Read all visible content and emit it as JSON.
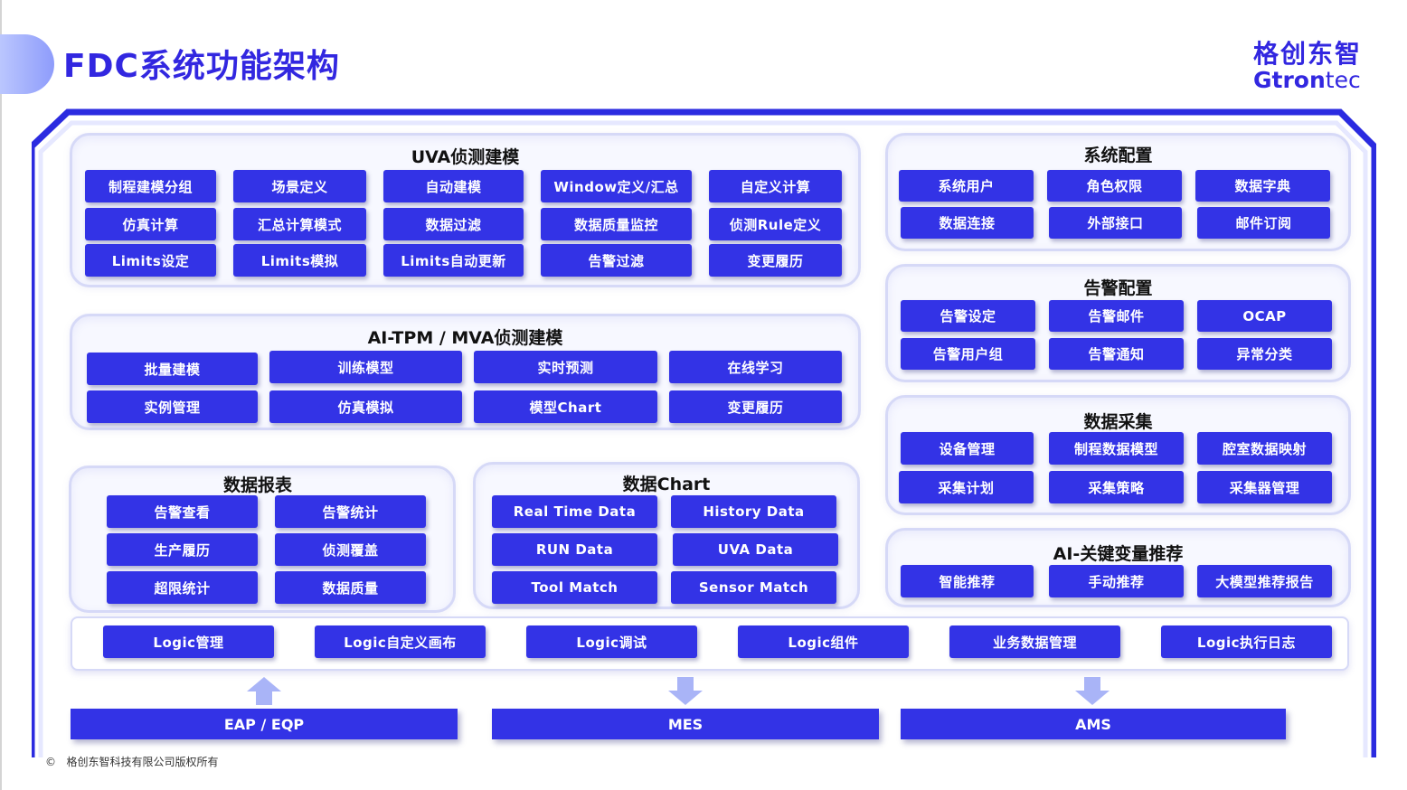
{
  "page_title": "FDC系统功能架构",
  "logo": {
    "cn": "格创东智",
    "en_g": "G",
    "en_tron": "tron",
    "en_tec": "tec"
  },
  "colors": {
    "accent": "#3333e6",
    "title": "#3227e0",
    "frame": "#2b2be0"
  },
  "panels": {
    "uva": {
      "title": "UVA侦测建模",
      "items": [
        "制程建模分组",
        "场景定义",
        "自动建模",
        "Window定义/汇总",
        "自定义计算",
        "仿真计算",
        "汇总计算模式",
        "数据过滤",
        "数据质量监控",
        "侦测Rule定义",
        "Limits设定",
        "Limits模拟",
        "Limits自动更新",
        "告警过滤",
        "变更履历"
      ]
    },
    "aitpm": {
      "title": "AI-TPM / MVA侦测建模",
      "items": [
        "批量建模",
        "训练模型",
        "实时预测",
        "在线学习",
        "实例管理",
        "仿真模拟",
        "模型Chart",
        "变更履历"
      ]
    },
    "report": {
      "title": "数据报表",
      "items": [
        "告警查看",
        "告警统计",
        "生产履历",
        "侦测覆盖",
        "超限统计",
        "数据质量"
      ]
    },
    "chart": {
      "title": "数据Chart",
      "items": [
        "Real Time Data",
        "History Data",
        "RUN Data",
        "UVA Data",
        "Tool Match",
        "Sensor Match"
      ]
    },
    "sysconfig": {
      "title": "系统配置",
      "items": [
        "系统用户",
        "角色权限",
        "数据字典",
        "数据连接",
        "外部接口",
        "邮件订阅"
      ]
    },
    "alarmconfig": {
      "title": "告警配置",
      "items": [
        "告警设定",
        "告警邮件",
        "OCAP",
        "告警用户组",
        "告警通知",
        "异常分类"
      ]
    },
    "collect": {
      "title": "数据采集",
      "items": [
        "设备管理",
        "制程数据模型",
        "腔室数据映射",
        "采集计划",
        "采集策略",
        "采集器管理"
      ]
    },
    "aikey": {
      "title": "AI-关键变量推荐",
      "items": [
        "智能推荐",
        "手动推荐",
        "大模型推荐报告"
      ]
    }
  },
  "logic": [
    "Logic管理",
    "Logic自定义画布",
    "Logic调试",
    "Logic组件",
    "业务数据管理",
    "Logic执行日志"
  ],
  "systems": [
    "EAP / EQP",
    "MES",
    "AMS"
  ],
  "copyright": {
    "symbol": "©",
    "text": "格创东智科技有限公司版权所有"
  }
}
